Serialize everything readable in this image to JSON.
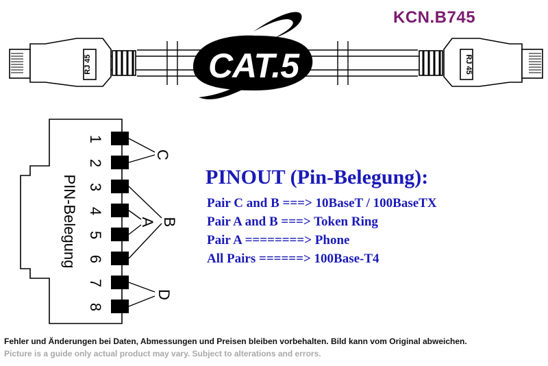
{
  "product_code": "KCN.B745",
  "logo_text": "CAT.5",
  "connector_label": "RJ 45",
  "side_label": "PIN-Belegung",
  "pin_numbers": [
    "1",
    "2",
    "3",
    "4",
    "5",
    "6",
    "7",
    "8"
  ],
  "pair_labels": {
    "c": "C",
    "b": "B",
    "a": "A",
    "d": "D"
  },
  "pinout": {
    "title": "PINOUT (Pin-Belegung):",
    "lines": [
      "Pair C and B ===> 10BaseT / 100BaseTX",
      "Pair A and B ===>  Token Ring",
      "Pair A ========> Phone",
      "All Pairs ======> 100Base-T4"
    ]
  },
  "footer": {
    "german": "Fehler und Änderungen bei Daten, Abmessungen und Preisen bleiben vorbehalten. Bild kann vom Original abweichen.",
    "english": "Picture is a guide only actual product may vary. Subject to alterations and errors."
  },
  "colors": {
    "product_code": "#7a1b6f",
    "pinout_text": "#1a1ab8",
    "footer_english": "#a8a8a8"
  }
}
